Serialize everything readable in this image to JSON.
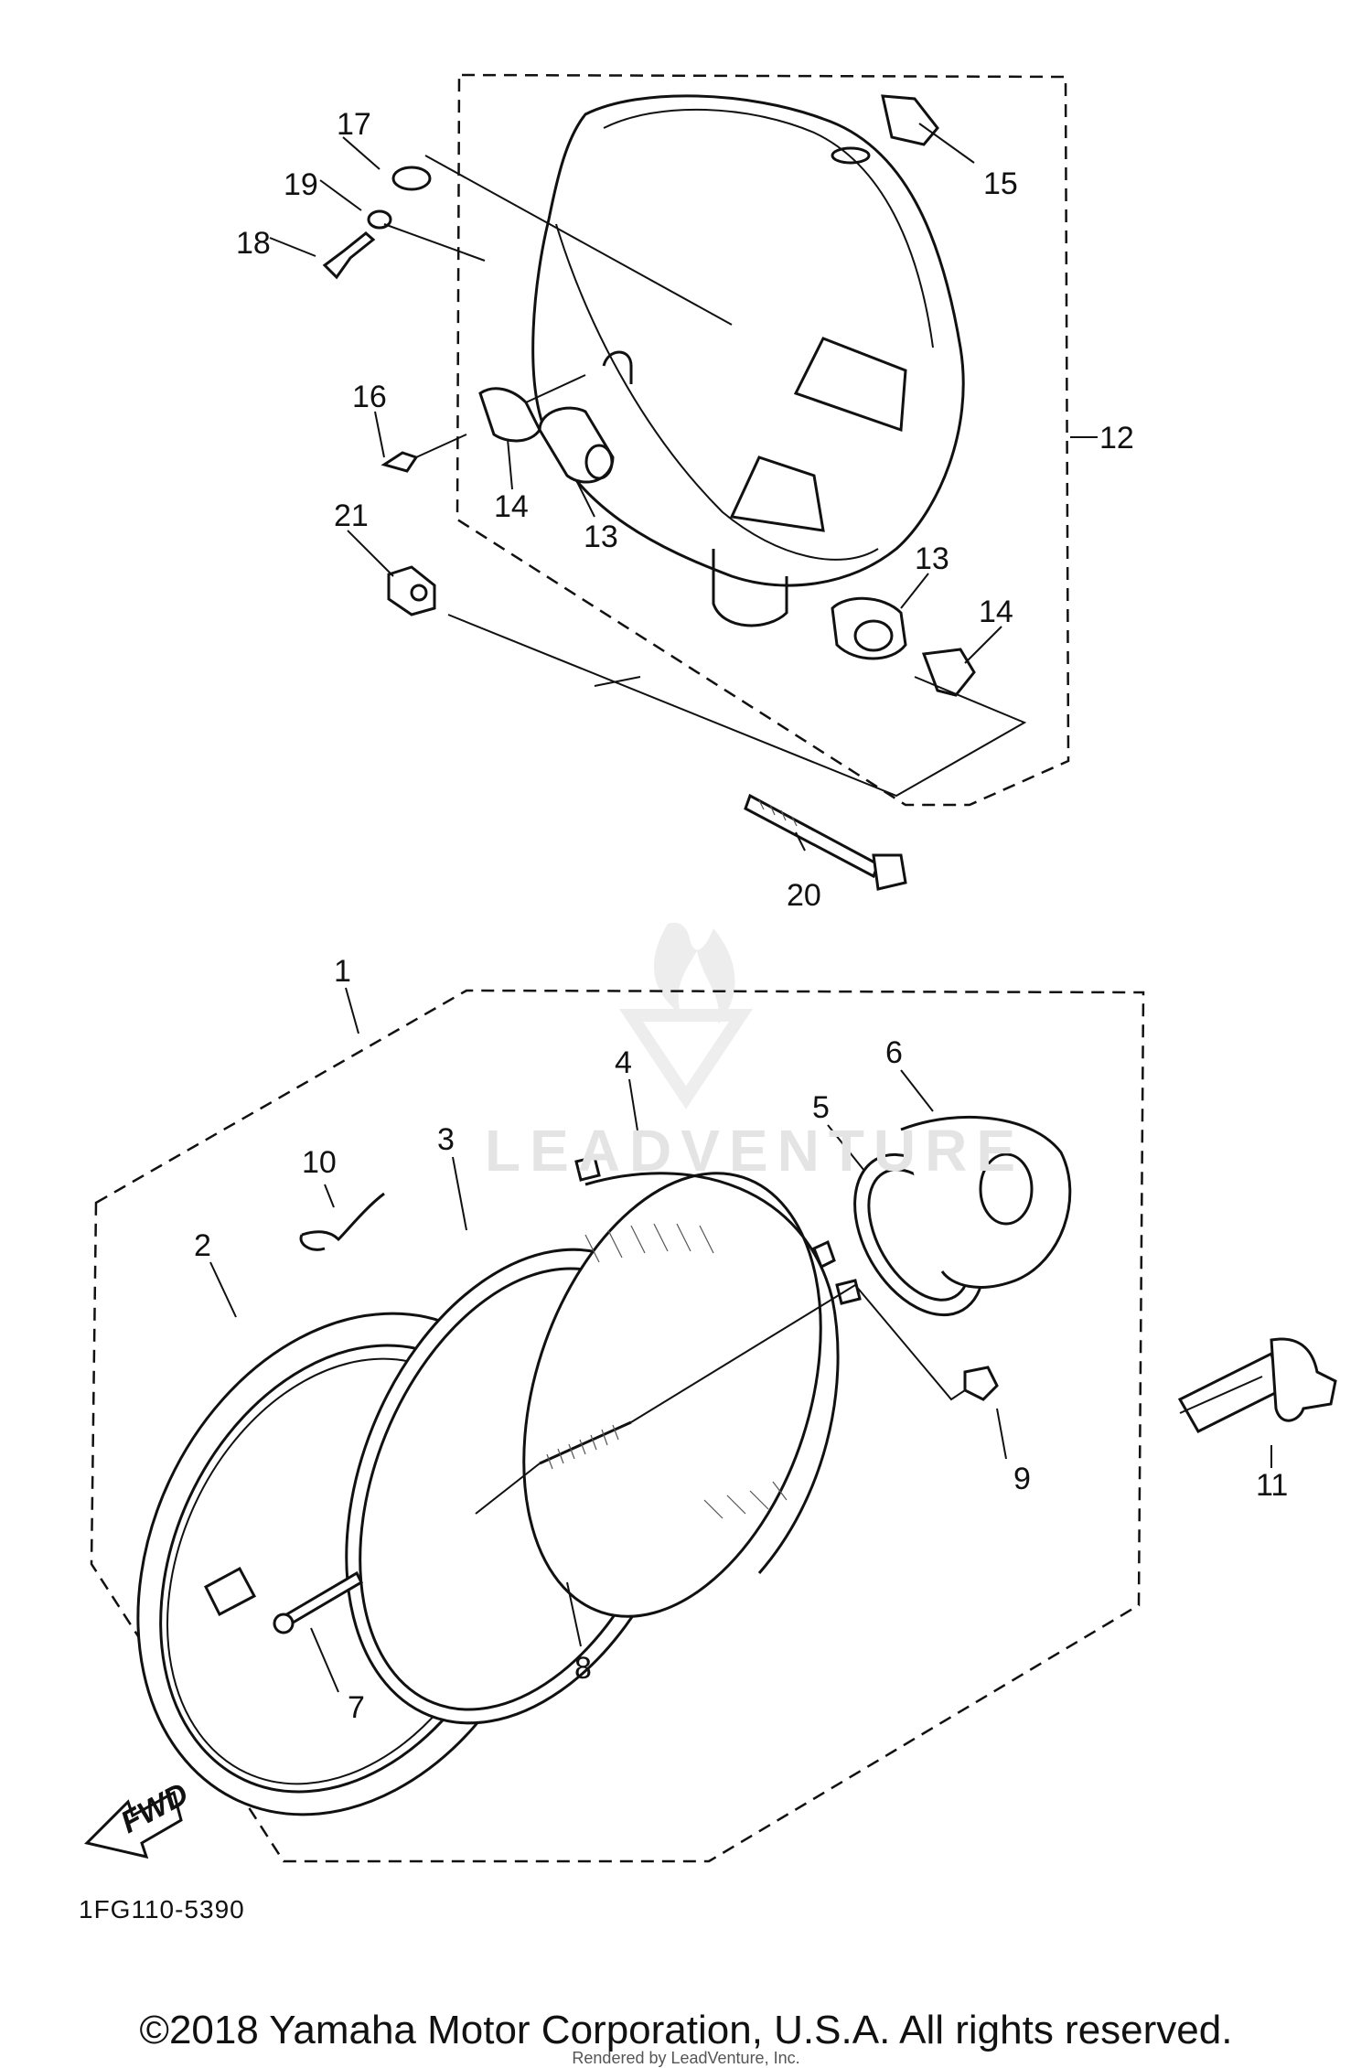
{
  "diagram": {
    "part_code": "1FG110-5390",
    "fwd_label": "FWD",
    "watermark": "LEADVENTURE",
    "rendered_by": "Rendered by LeadVenture, Inc.",
    "copyright": "©2018 Yamaha Motor Corporation, U.S.A. All rights reserved.",
    "callouts": [
      "1",
      "2",
      "3",
      "4",
      "5",
      "6",
      "7",
      "8",
      "9",
      "10",
      "11",
      "12",
      "13",
      "13",
      "14",
      "14",
      "15",
      "16",
      "17",
      "18",
      "19",
      "20",
      "21"
    ]
  }
}
